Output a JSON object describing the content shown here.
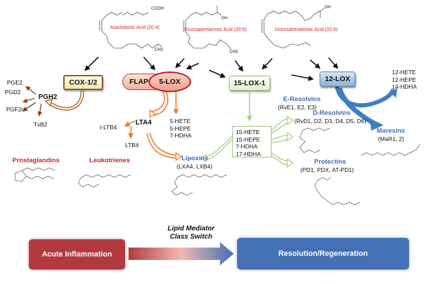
{
  "fatty_acids": [
    {
      "name": "Arachidonic Acid (20:4)",
      "group_top": "COOH",
      "group_end": "CH3"
    },
    {
      "name": "Eicosapentaenoic Acid (20:5)",
      "group_top": "OH",
      "group_end": "CH3"
    },
    {
      "name": "Docosahexaenoic Acid (22:6)",
      "group_top": "OH"
    }
  ],
  "enzymes": {
    "cox": "COX-1/2",
    "flap": "FLAP",
    "lox5": "5-LOX",
    "lox15": "15-LOX-1",
    "lox12": "12-LOX"
  },
  "cox_branch": {
    "intermediate": "PGH2",
    "products": [
      "PGE2",
      "PGD2",
      "PGF2α",
      "TxB2"
    ],
    "class_label": "Prostaglandins"
  },
  "lox5_branch": {
    "intermediate": "LTA4",
    "products": [
      "t-LTB4",
      "LTB4"
    ],
    "direct_products": [
      "5-HETE",
      "5-HEPE",
      "7-HDHA"
    ],
    "class_label": "Leukotrienes"
  },
  "lipoxins": {
    "label": "Lipoxins",
    "members": "(LXA4, LXB4)"
  },
  "lox15_products": [
    "15-HETE",
    "15-HEPE",
    "7-HDHA",
    "17-HDHA"
  ],
  "lox12_products": [
    "12-HETE",
    "12-HEPE",
    "14-HDHA"
  ],
  "resolvins": [
    {
      "label": "E-Resolvins",
      "members": "(RvE1, E2, E3)"
    },
    {
      "label": "D-Resolvins",
      "members": "(RvD1, D2, D3, D4, D5, D6)"
    }
  ],
  "protectins": {
    "label": "Protectins",
    "members": "(PD1, PDX, AT-PD1)"
  },
  "maresins": {
    "label": "Maresins",
    "members": "(MaR1, 2)"
  },
  "banner": {
    "left": "Acute Inflammation",
    "switch_line1": "Lipid Mediator",
    "switch_line2": "Class Switch",
    "right": "Resolution/Regeneration"
  },
  "colors": {
    "cox_arrow": "#8b4513",
    "lox5_arrow": "#f07b2c",
    "lox15_arrow": "#a8cf86",
    "lox12_arrow": "#3f7fc0",
    "class_red": "#c0282f",
    "class_blue": "#3d6fb6",
    "inflammation": "#b23a3e",
    "resolution": "#4470b6"
  }
}
